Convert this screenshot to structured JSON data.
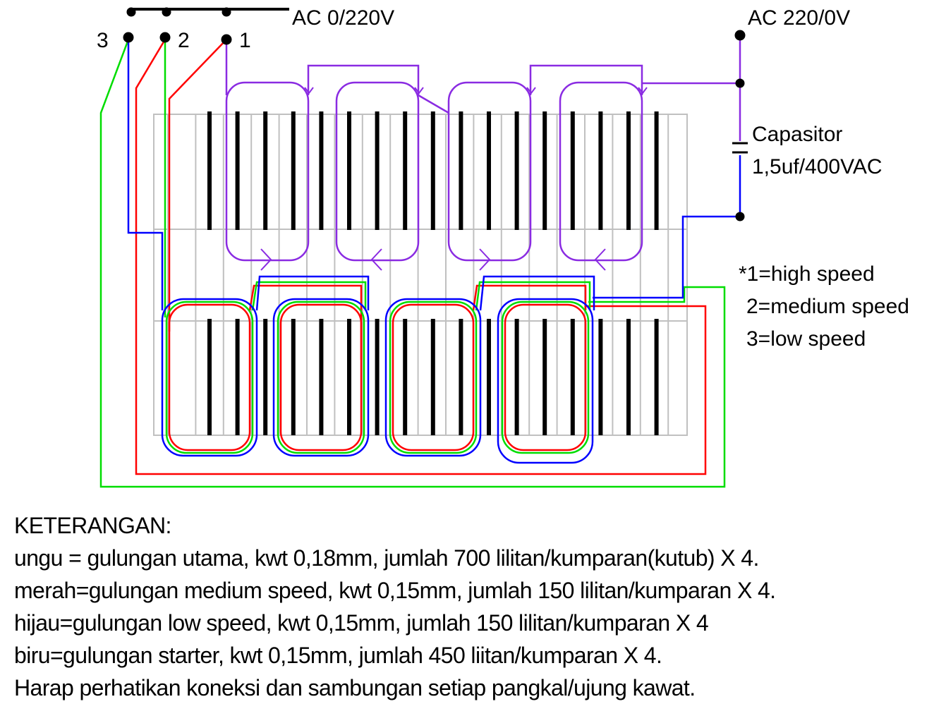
{
  "labels": {
    "ac_left": "AC 0/220V",
    "ac_right": "AC 220/0V",
    "terminal_3": "3",
    "terminal_2": "2",
    "terminal_1": "1",
    "capacitor_name": "Capasitor",
    "capacitor_value": "1,5uf/400VAC"
  },
  "speed_legend": {
    "line1": "*1=high speed",
    "line2": "2=medium speed",
    "line3": "3=low speed"
  },
  "notes": {
    "heading": "KETERANGAN:",
    "line1": "ungu = gulungan utama, kwt 0,18mm, jumlah 700 lilitan/kumparan(kutub) X 4.",
    "line2": "merah=gulungan medium speed, kwt 0,15mm, jumlah 150 lilitan/kumparan X 4.",
    "line3": "hijau=gulungan low speed, kwt 0,15mm, jumlah 150 lilitan/kumparan X 4",
    "line4": "biru=gulungan starter, kwt 0,15mm, jumlah 450 liitan/kumparan X 4.",
    "line5": "Harap perhatikan koneksi dan sambungan setiap pangkal/ujung kawat."
  },
  "colors": {
    "purple": "#8a2be2",
    "red": "#ff0000",
    "green": "#00dd00",
    "blue": "#0000ff",
    "grid": "#c0c0c0",
    "slot": "#000000"
  }
}
